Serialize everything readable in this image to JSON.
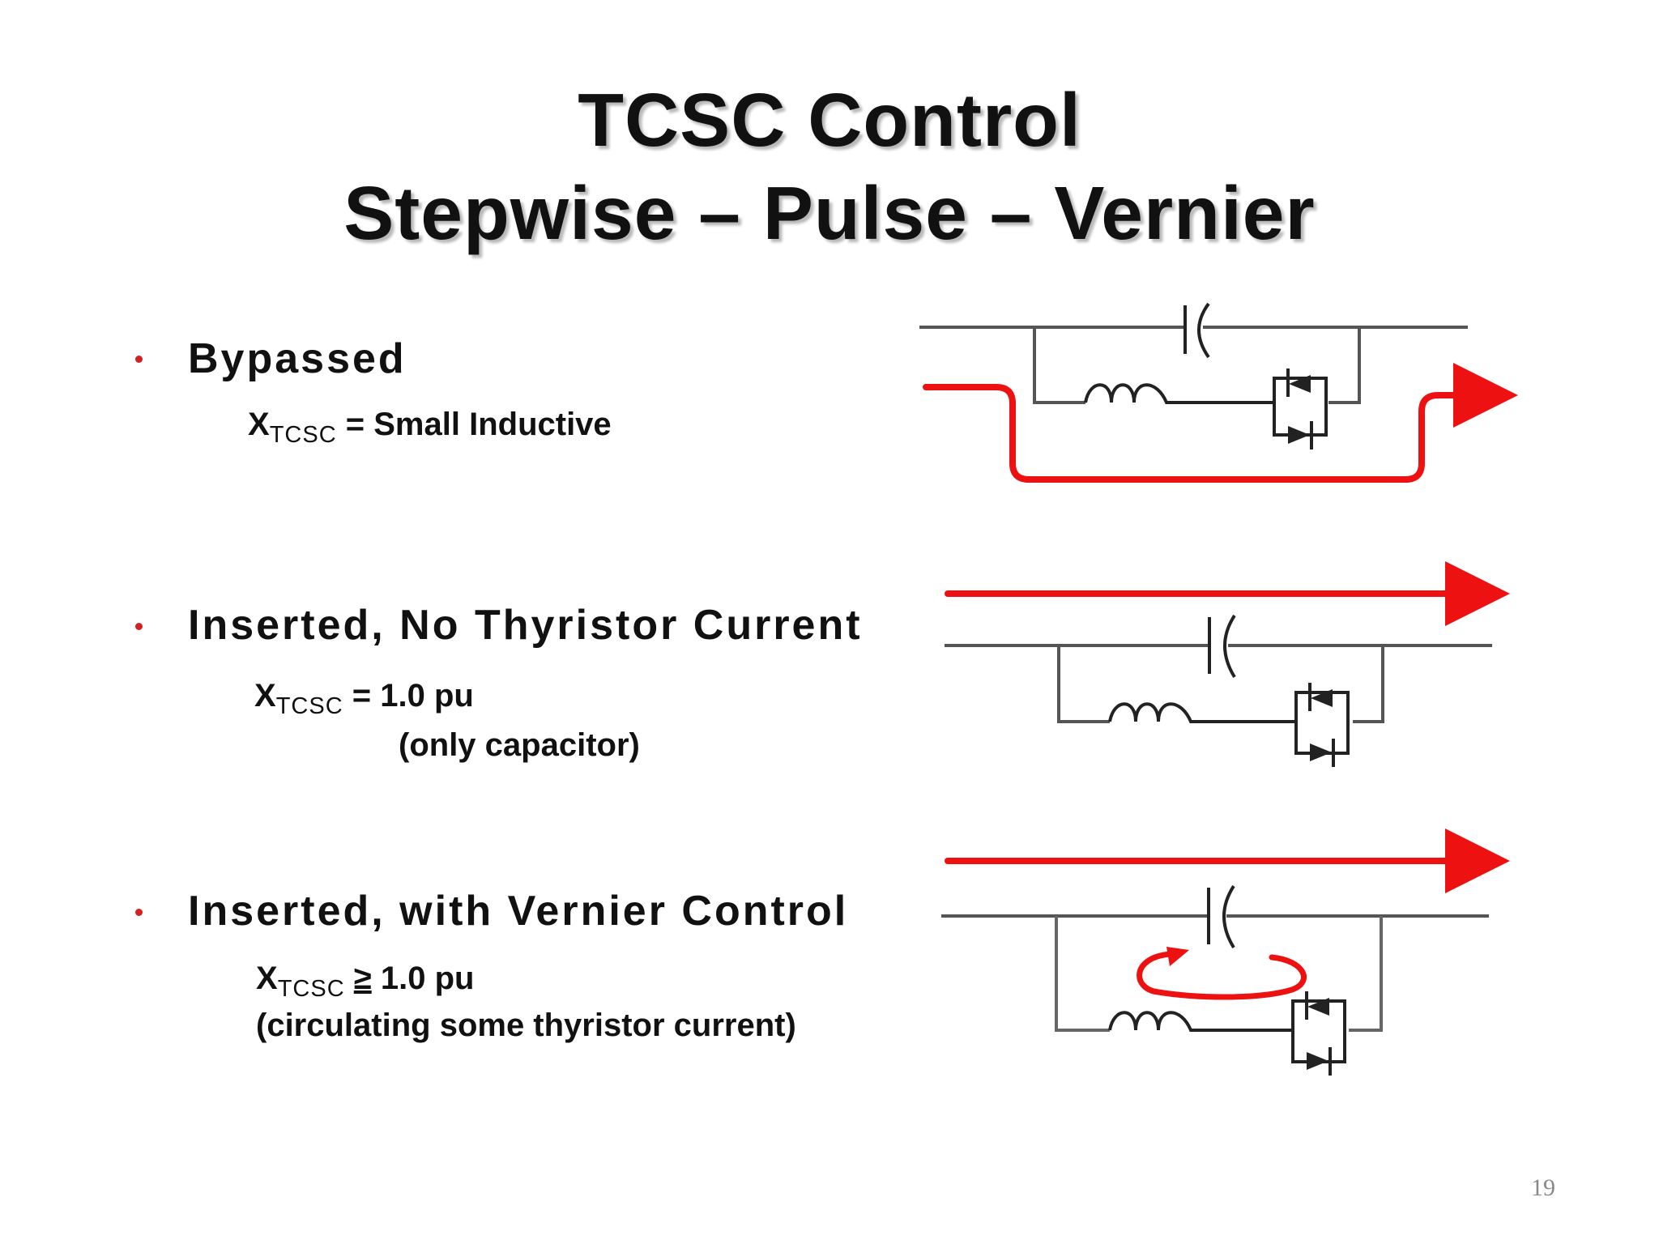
{
  "title": {
    "line1": "TCSC Control",
    "line2": "Stepwise – Pulse – Vernier"
  },
  "modes": [
    {
      "heading": "Bypassed",
      "x_symbol": "X",
      "x_subscript": "TCSC",
      "relation": "=",
      "value": "Small Inductive",
      "note": ""
    },
    {
      "heading": "Inserted, No Thyristor Current",
      "x_symbol": "X",
      "x_subscript": "TCSC",
      "relation": "=",
      "value": "1.0 pu",
      "note": "(only capacitor)"
    },
    {
      "heading": "Inserted, with Vernier Control",
      "x_symbol": "X",
      "x_subscript": "TCSC",
      "relation": "≥",
      "value": "1.0 pu",
      "note": "(circulating some thyristor current)"
    }
  ],
  "page_number": "19",
  "colors": {
    "current_path": "#ee1111",
    "circuit_line": "#333333",
    "bullet": "#d42020",
    "text": "#111111"
  }
}
